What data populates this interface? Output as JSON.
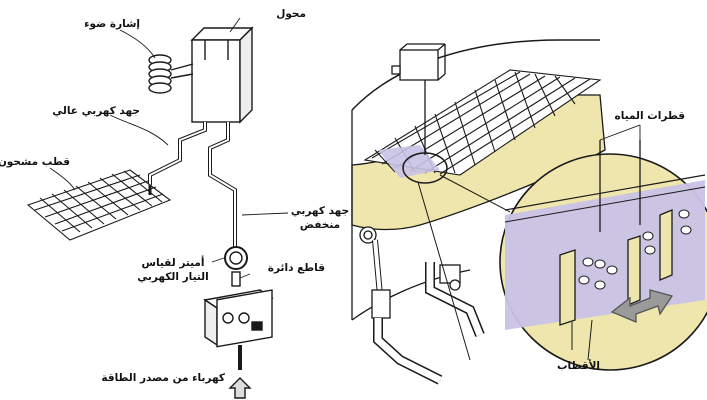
{
  "labels": {
    "transformer": "محول",
    "light_signal": "إشارة ضوء",
    "high_voltage": "جهد كهربي عالي",
    "charged_grid": "قطب مشحون",
    "low_voltage_line1": "جهد كهربي",
    "low_voltage_line2": "منخفض",
    "ammeter_line1": "أميتر لقياس",
    "ammeter_line2": "التيار الكهربي",
    "circuit_breaker": "قاطع دائرة",
    "power_source": "كهرباء من مصدر الطاقة",
    "water_droplets": "قطرات المياه",
    "electrodes": "الأقطاب"
  },
  "colors": {
    "line": "#1a1a1a",
    "oil": "#efe6ad",
    "water": "#c9c2e6",
    "arrow": "#8a8a8a",
    "arrow_light": "#e6e6e6"
  },
  "icons": {
    "flow_arrow": "double-headed-arrow-icon",
    "supply_arrow": "up-arrow-icon"
  }
}
